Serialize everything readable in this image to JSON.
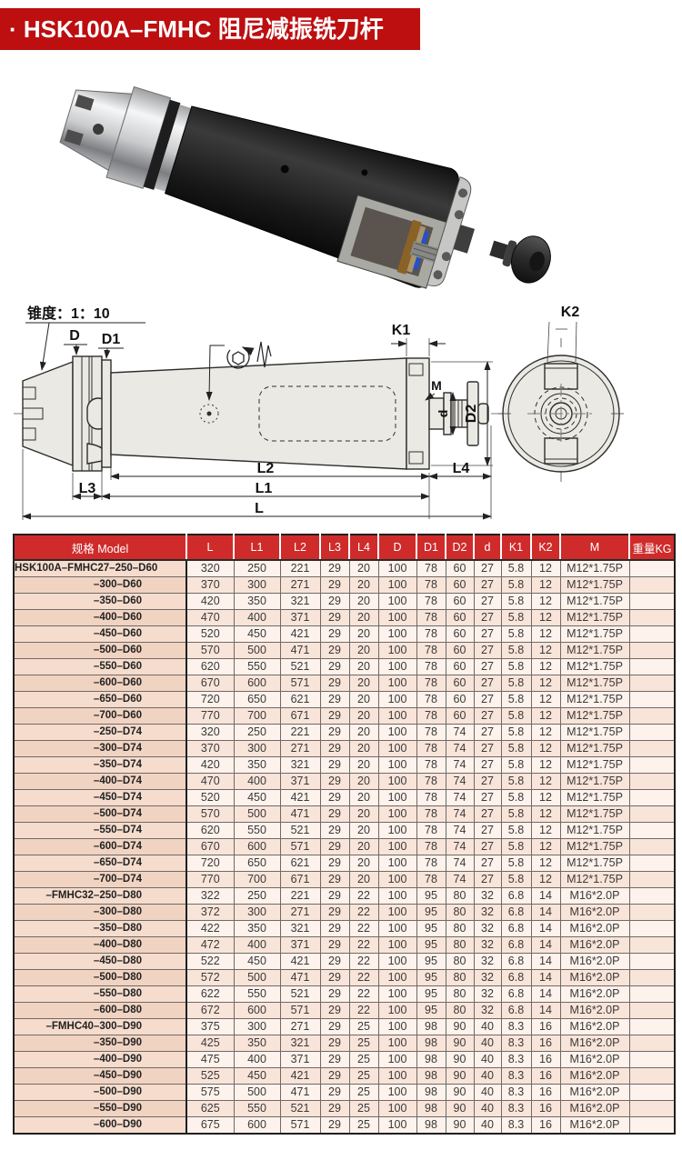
{
  "page": {
    "title": "· HSK100A–FMHC 阻尼减振铣刀杆"
  },
  "drawing": {
    "taper_label": "锥度：1：10",
    "labels": {
      "D": "D",
      "D1": "D1",
      "K1": "K1",
      "K2": "K2",
      "M": "M",
      "d": "d",
      "D2": "D2",
      "L": "L",
      "L1": "L1",
      "L2": "L2",
      "L3": "L3",
      "L4": "L4"
    }
  },
  "table": {
    "headers": [
      "规格 Model",
      "L",
      "L1",
      "L2",
      "L3",
      "L4",
      "D",
      "D1",
      "D2",
      "d",
      "K1",
      "K2",
      "M",
      "重量KG"
    ],
    "rows": [
      {
        "model": "HSK100A–FMHC27–250–D60",
        "values": [
          "320",
          "250",
          "221",
          "29",
          "20",
          "100",
          "78",
          "60",
          "27",
          "5.8",
          "12",
          "M12*1.75P",
          ""
        ]
      },
      {
        "model": "–300–D60",
        "values": [
          "370",
          "300",
          "271",
          "29",
          "20",
          "100",
          "78",
          "60",
          "27",
          "5.8",
          "12",
          "M12*1.75P",
          ""
        ]
      },
      {
        "model": "–350–D60",
        "values": [
          "420",
          "350",
          "321",
          "29",
          "20",
          "100",
          "78",
          "60",
          "27",
          "5.8",
          "12",
          "M12*1.75P",
          ""
        ]
      },
      {
        "model": "–400–D60",
        "values": [
          "470",
          "400",
          "371",
          "29",
          "20",
          "100",
          "78",
          "60",
          "27",
          "5.8",
          "12",
          "M12*1.75P",
          ""
        ]
      },
      {
        "model": "–450–D60",
        "values": [
          "520",
          "450",
          "421",
          "29",
          "20",
          "100",
          "78",
          "60",
          "27",
          "5.8",
          "12",
          "M12*1.75P",
          ""
        ]
      },
      {
        "model": "–500–D60",
        "values": [
          "570",
          "500",
          "471",
          "29",
          "20",
          "100",
          "78",
          "60",
          "27",
          "5.8",
          "12",
          "M12*1.75P",
          ""
        ]
      },
      {
        "model": "–550–D60",
        "values": [
          "620",
          "550",
          "521",
          "29",
          "20",
          "100",
          "78",
          "60",
          "27",
          "5.8",
          "12",
          "M12*1.75P",
          ""
        ]
      },
      {
        "model": "–600–D60",
        "values": [
          "670",
          "600",
          "571",
          "29",
          "20",
          "100",
          "78",
          "60",
          "27",
          "5.8",
          "12",
          "M12*1.75P",
          ""
        ]
      },
      {
        "model": "–650–D60",
        "values": [
          "720",
          "650",
          "621",
          "29",
          "20",
          "100",
          "78",
          "60",
          "27",
          "5.8",
          "12",
          "M12*1.75P",
          ""
        ]
      },
      {
        "model": "–700–D60",
        "values": [
          "770",
          "700",
          "671",
          "29",
          "20",
          "100",
          "78",
          "60",
          "27",
          "5.8",
          "12",
          "M12*1.75P",
          ""
        ]
      },
      {
        "model": "–250–D74",
        "values": [
          "320",
          "250",
          "221",
          "29",
          "20",
          "100",
          "78",
          "74",
          "27",
          "5.8",
          "12",
          "M12*1.75P",
          ""
        ]
      },
      {
        "model": "–300–D74",
        "values": [
          "370",
          "300",
          "271",
          "29",
          "20",
          "100",
          "78",
          "74",
          "27",
          "5.8",
          "12",
          "M12*1.75P",
          ""
        ]
      },
      {
        "model": "–350–D74",
        "values": [
          "420",
          "350",
          "321",
          "29",
          "20",
          "100",
          "78",
          "74",
          "27",
          "5.8",
          "12",
          "M12*1.75P",
          ""
        ]
      },
      {
        "model": "–400–D74",
        "values": [
          "470",
          "400",
          "371",
          "29",
          "20",
          "100",
          "78",
          "74",
          "27",
          "5.8",
          "12",
          "M12*1.75P",
          ""
        ]
      },
      {
        "model": "–450–D74",
        "values": [
          "520",
          "450",
          "421",
          "29",
          "20",
          "100",
          "78",
          "74",
          "27",
          "5.8",
          "12",
          "M12*1.75P",
          ""
        ]
      },
      {
        "model": "–500–D74",
        "values": [
          "570",
          "500",
          "471",
          "29",
          "20",
          "100",
          "78",
          "74",
          "27",
          "5.8",
          "12",
          "M12*1.75P",
          ""
        ]
      },
      {
        "model": "–550–D74",
        "values": [
          "620",
          "550",
          "521",
          "29",
          "20",
          "100",
          "78",
          "74",
          "27",
          "5.8",
          "12",
          "M12*1.75P",
          ""
        ]
      },
      {
        "model": "–600–D74",
        "values": [
          "670",
          "600",
          "571",
          "29",
          "20",
          "100",
          "78",
          "74",
          "27",
          "5.8",
          "12",
          "M12*1.75P",
          ""
        ]
      },
      {
        "model": "–650–D74",
        "values": [
          "720",
          "650",
          "621",
          "29",
          "20",
          "100",
          "78",
          "74",
          "27",
          "5.8",
          "12",
          "M12*1.75P",
          ""
        ]
      },
      {
        "model": "–700–D74",
        "values": [
          "770",
          "700",
          "671",
          "29",
          "20",
          "100",
          "78",
          "74",
          "27",
          "5.8",
          "12",
          "M12*1.75P",
          ""
        ]
      },
      {
        "model": "–FMHC32–250–D80",
        "values": [
          "322",
          "250",
          "221",
          "29",
          "22",
          "100",
          "95",
          "80",
          "32",
          "6.8",
          "14",
          "M16*2.0P",
          ""
        ]
      },
      {
        "model": "–300–D80",
        "values": [
          "372",
          "300",
          "271",
          "29",
          "22",
          "100",
          "95",
          "80",
          "32",
          "6.8",
          "14",
          "M16*2.0P",
          ""
        ]
      },
      {
        "model": "–350–D80",
        "values": [
          "422",
          "350",
          "321",
          "29",
          "22",
          "100",
          "95",
          "80",
          "32",
          "6.8",
          "14",
          "M16*2.0P",
          ""
        ]
      },
      {
        "model": "–400–D80",
        "values": [
          "472",
          "400",
          "371",
          "29",
          "22",
          "100",
          "95",
          "80",
          "32",
          "6.8",
          "14",
          "M16*2.0P",
          ""
        ]
      },
      {
        "model": "–450–D80",
        "values": [
          "522",
          "450",
          "421",
          "29",
          "22",
          "100",
          "95",
          "80",
          "32",
          "6.8",
          "14",
          "M16*2.0P",
          ""
        ]
      },
      {
        "model": "–500–D80",
        "values": [
          "572",
          "500",
          "471",
          "29",
          "22",
          "100",
          "95",
          "80",
          "32",
          "6.8",
          "14",
          "M16*2.0P",
          ""
        ]
      },
      {
        "model": "–550–D80",
        "values": [
          "622",
          "550",
          "521",
          "29",
          "22",
          "100",
          "95",
          "80",
          "32",
          "6.8",
          "14",
          "M16*2.0P",
          ""
        ]
      },
      {
        "model": "–600–D80",
        "values": [
          "672",
          "600",
          "571",
          "29",
          "22",
          "100",
          "95",
          "80",
          "32",
          "6.8",
          "14",
          "M16*2.0P",
          ""
        ]
      },
      {
        "model": "–FMHC40–300–D90",
        "values": [
          "375",
          "300",
          "271",
          "29",
          "25",
          "100",
          "98",
          "90",
          "40",
          "8.3",
          "16",
          "M16*2.0P",
          ""
        ]
      },
      {
        "model": "–350–D90",
        "values": [
          "425",
          "350",
          "321",
          "29",
          "25",
          "100",
          "98",
          "90",
          "40",
          "8.3",
          "16",
          "M16*2.0P",
          ""
        ]
      },
      {
        "model": "–400–D90",
        "values": [
          "475",
          "400",
          "371",
          "29",
          "25",
          "100",
          "98",
          "90",
          "40",
          "8.3",
          "16",
          "M16*2.0P",
          ""
        ]
      },
      {
        "model": "–450–D90",
        "values": [
          "525",
          "450",
          "421",
          "29",
          "25",
          "100",
          "98",
          "90",
          "40",
          "8.3",
          "16",
          "M16*2.0P",
          ""
        ]
      },
      {
        "model": "–500–D90",
        "values": [
          "575",
          "500",
          "471",
          "29",
          "25",
          "100",
          "98",
          "90",
          "40",
          "8.3",
          "16",
          "M16*2.0P",
          ""
        ]
      },
      {
        "model": "–550–D90",
        "values": [
          "625",
          "550",
          "521",
          "29",
          "25",
          "100",
          "98",
          "90",
          "40",
          "8.3",
          "16",
          "M16*2.0P",
          ""
        ]
      },
      {
        "model": "–600–D90",
        "values": [
          "675",
          "600",
          "571",
          "29",
          "25",
          "100",
          "98",
          "90",
          "40",
          "8.3",
          "16",
          "M16*2.0P",
          ""
        ]
      }
    ]
  }
}
